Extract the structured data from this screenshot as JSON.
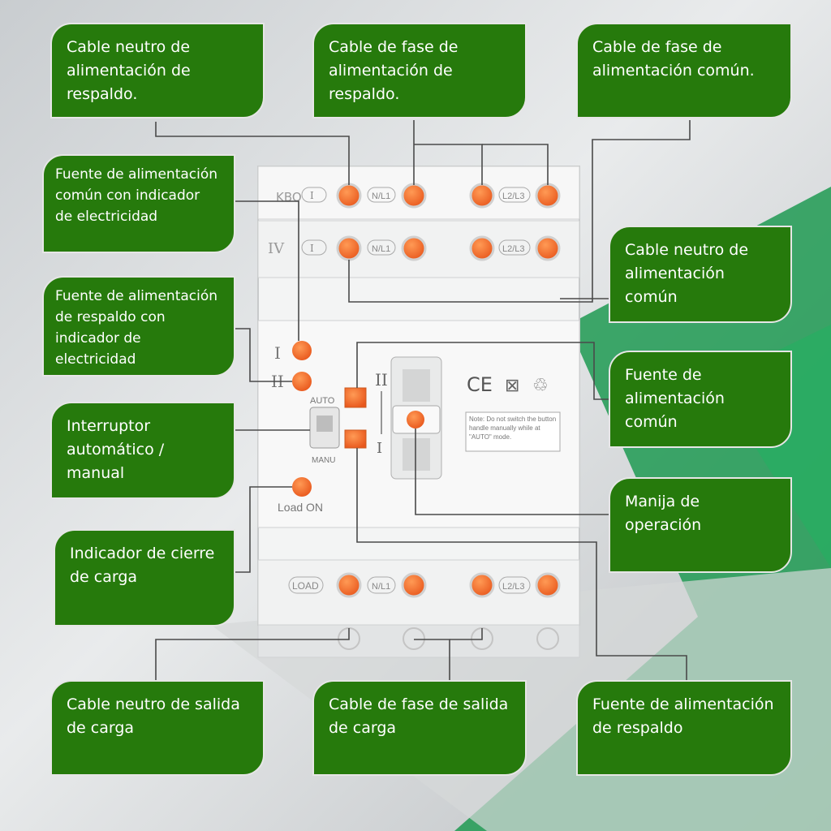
{
  "device": {
    "row1_labels": [
      "I",
      "N/L1",
      "L2/L3"
    ],
    "row2_labels": [
      "I",
      "N/L1",
      "L2/L3"
    ],
    "roman_one": "I",
    "roman_two": "II",
    "auto_label": "AUTO",
    "manu_label": "MANU",
    "load_on_label": "Load ON",
    "handle_top_mark": "II",
    "handle_bottom_mark": "I",
    "ce_mark": "CE",
    "warning_note": "Note: Do not switch the button handle manually while at \"AUTO\" mode.",
    "bottom_labels": [
      "LOAD",
      "N/L1",
      "L2/L3"
    ]
  },
  "callouts": {
    "backup_neutral": "Cable neutro de\nalimentación de\nrespaldo.",
    "backup_phase": "Cable de fase de\nalimentación de\nrespaldo.",
    "common_phase": "Cable de fase de\nalimentación común.",
    "common_indicator": "Fuente de alimentación\ncomún con indicador\nde electricidad",
    "common_neutral": "Cable neutro de\nalimentación común",
    "backup_indicator": "Fuente de alimentación\nde respaldo con\nindicador de\n electricidad",
    "common_source": "Fuente de\nalimentación\ncomún",
    "auto_manual": "Interruptor\nautomático / manual",
    "handle": "Manija de operación",
    "load_indicator": "Indicador de cierre\nde carga",
    "load_neutral": "Cable neutro de salida\nde carga",
    "load_phase": "Cable de fase de salida\nde carga",
    "backup_source": "Fuente de alimentación\nde respaldo"
  },
  "colors": {
    "callout_green": "#267a0c",
    "terminal_orange": "#f06a28",
    "accent_green": "#1e9a52"
  }
}
